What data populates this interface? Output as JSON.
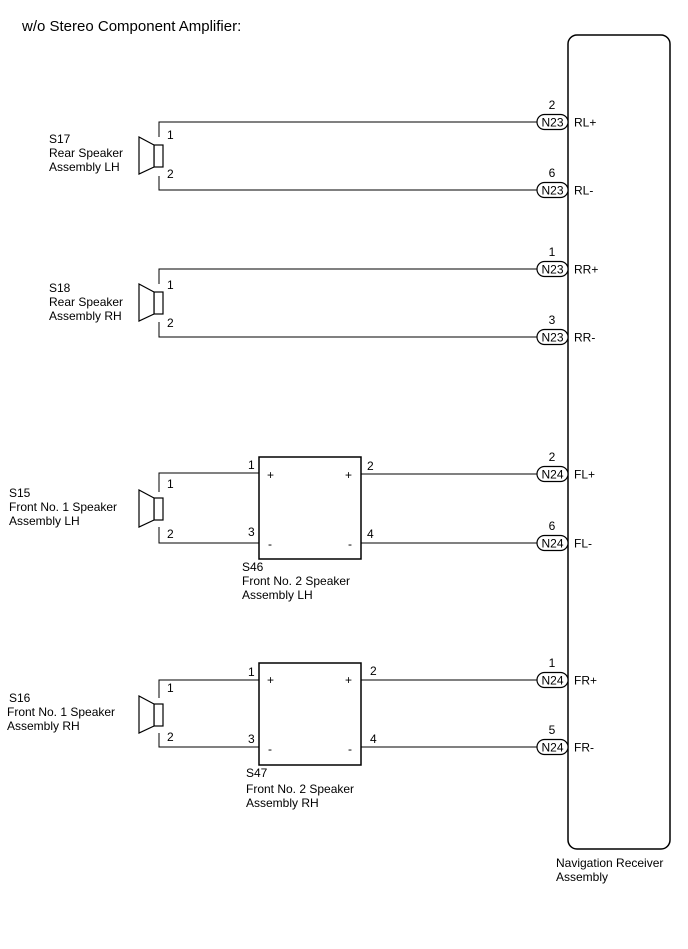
{
  "title": "w/o Stereo Component Amplifier:",
  "receiver": {
    "name_line1": "Navigation Receiver",
    "name_line2": "Assembly"
  },
  "speakers": [
    {
      "code": "S17",
      "line1": "Rear Speaker",
      "line2": "Assembly LH",
      "pin_top": "1",
      "pin_bot": "2"
    },
    {
      "code": "S18",
      "line1": "Rear Speaker",
      "line2": "Assembly RH",
      "pin_top": "1",
      "pin_bot": "2"
    },
    {
      "code": "S15",
      "line1": "Front No. 1 Speaker",
      "line2": "Assembly LH",
      "pin_top": "1",
      "pin_bot": "2"
    },
    {
      "code": "S16",
      "line1": "Front No. 1 Speaker",
      "line2": "Assembly RH",
      "pin_top": "1",
      "pin_bot": "2"
    }
  ],
  "tweeters": [
    {
      "code": "S46",
      "line1": "Front No. 2 Speaker",
      "line2": "Assembly LH",
      "pin_in_plus": "1",
      "pin_in_minus": "3",
      "pin_out_plus": "2",
      "pin_out_minus": "4",
      "plus": "+",
      "minus": "-"
    },
    {
      "code": "S47",
      "line1": "Front No. 2 Speaker",
      "line2": "Assembly RH",
      "pin_in_plus": "1",
      "pin_in_minus": "3",
      "pin_out_plus": "2",
      "pin_out_minus": "4",
      "plus": "+",
      "minus": "-"
    }
  ],
  "connectors": [
    {
      "pin": "2",
      "conn": "N23",
      "signal": "RL+"
    },
    {
      "pin": "6",
      "conn": "N23",
      "signal": "RL-"
    },
    {
      "pin": "1",
      "conn": "N23",
      "signal": "RR+"
    },
    {
      "pin": "3",
      "conn": "N23",
      "signal": "RR-"
    },
    {
      "pin": "2",
      "conn": "N24",
      "signal": "FL+"
    },
    {
      "pin": "6",
      "conn": "N24",
      "signal": "FL-"
    },
    {
      "pin": "1",
      "conn": "N24",
      "signal": "FR+"
    },
    {
      "pin": "5",
      "conn": "N24",
      "signal": "FR-"
    }
  ]
}
